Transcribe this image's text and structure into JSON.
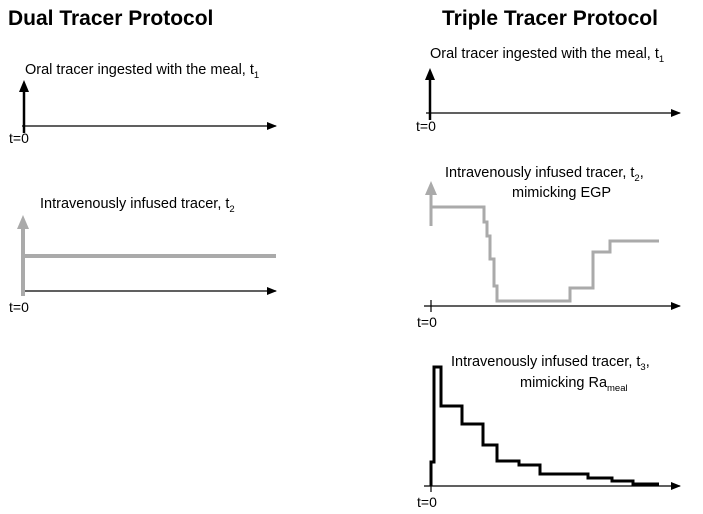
{
  "dual": {
    "title": "Dual Tracer  Protocol",
    "panel1": {
      "label": "Oral tracer ingested with the meal, t",
      "sub": "1",
      "origin": "t=0"
    },
    "panel2": {
      "label": "Intravenously infused tracer, t",
      "sub": "2",
      "origin": "t=0"
    }
  },
  "triple": {
    "title": "Triple Tracer  Protocol",
    "panel1": {
      "label": "Oral tracer ingested with the meal, t",
      "sub": "1",
      "origin": "t=0"
    },
    "panel2": {
      "label_line1": "Intravenously infused tracer, t",
      "sub": "2",
      "label_line1_end": ",",
      "label_line2": "mimicking EGP",
      "origin": "t=0"
    },
    "panel3": {
      "label_line1": "Intravenously infused tracer, t",
      "sub": "3",
      "label_line1_end": ",",
      "label_line2": "mimicking Ra",
      "label_line2_sub": "meal",
      "origin": "t=0"
    }
  },
  "colors": {
    "black_trace": "#000000",
    "gray_trace": "#aaaaaa",
    "axis": "#000000"
  }
}
